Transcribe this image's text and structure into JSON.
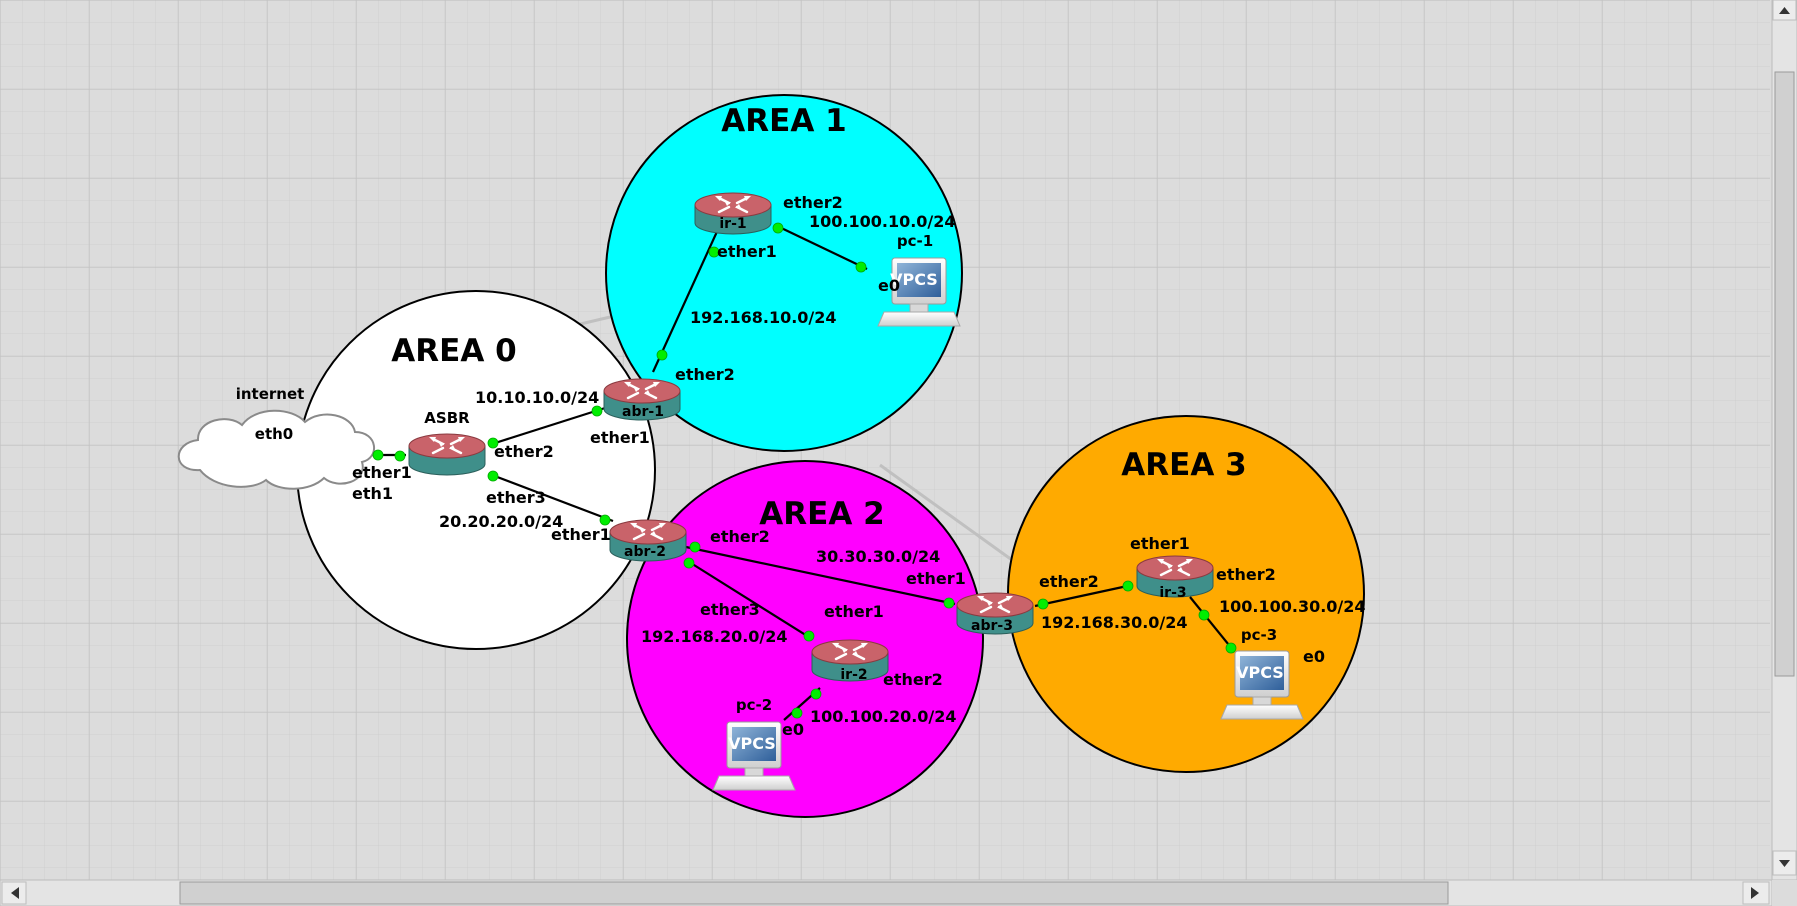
{
  "scene": {
    "areas": [
      {
        "id": "area0",
        "title": "AREA 0",
        "color": "#ffffff"
      },
      {
        "id": "area1",
        "title": "AREA 1",
        "color": "#00ffff"
      },
      {
        "id": "area2",
        "title": "AREA 2",
        "color": "#ff00ff"
      },
      {
        "id": "area3",
        "title": "AREA 3",
        "color": "#ffaa00"
      }
    ],
    "cloud": {
      "name": "internet",
      "port": "eth0"
    },
    "routers": [
      {
        "id": "asbr",
        "name": "ASBR"
      },
      {
        "id": "abr1",
        "name": "abr-1"
      },
      {
        "id": "abr2",
        "name": "abr-2"
      },
      {
        "id": "abr3",
        "name": "abr-3"
      },
      {
        "id": "ir1",
        "name": "ir-1"
      },
      {
        "id": "ir2",
        "name": "ir-2"
      },
      {
        "id": "ir3",
        "name": "ir-3"
      }
    ],
    "pcs": [
      {
        "id": "pc1",
        "name": "pc-1",
        "screen": "VPCS",
        "port": "e0"
      },
      {
        "id": "pc2",
        "name": "pc-2",
        "screen": "VPCS",
        "port": "e0"
      },
      {
        "id": "pc3",
        "name": "pc-3",
        "screen": "VPCS",
        "port": "e0"
      }
    ],
    "port_labels": {
      "asbr_ether1": "ether1",
      "internet_eth1": "eth1",
      "asbr_ether2": "ether2",
      "asbr_ether3": "ether3",
      "abr1_ether1": "ether1",
      "abr1_ether2": "ether2",
      "abr2_ether1": "ether1",
      "abr2_ether2": "ether2",
      "abr2_ether3": "ether3",
      "abr3_ether1": "ether1",
      "abr3_ether2": "ether2",
      "ir1_ether1": "ether1",
      "ir1_ether2": "ether2",
      "ir2_ether1": "ether1",
      "ir2_ether2": "ether2",
      "ir3_ether1": "ether1",
      "ir3_ether2": "ether2"
    },
    "subnets": {
      "asbr_abr1": "10.10.10.0/24",
      "asbr_abr2": "20.20.20.0/24",
      "abr1_ir1": "192.168.10.0/24",
      "ir1_pc1": "100.100.10.0/24",
      "abr2_ir2": "192.168.20.0/24",
      "ir2_pc2": "100.100.20.0/24",
      "abr2_abr3": "30.30.30.0/24",
      "abr3_ir3": "192.168.30.0/24",
      "ir3_pc3": "100.100.30.0/24"
    },
    "colors": {
      "canvas": "#dcdcdc",
      "grid": "#c8c8c8",
      "link": "#000000",
      "port_dot": "#00ee00",
      "router_top": "#c9636a",
      "router_side": "#3f8f8a"
    }
  }
}
